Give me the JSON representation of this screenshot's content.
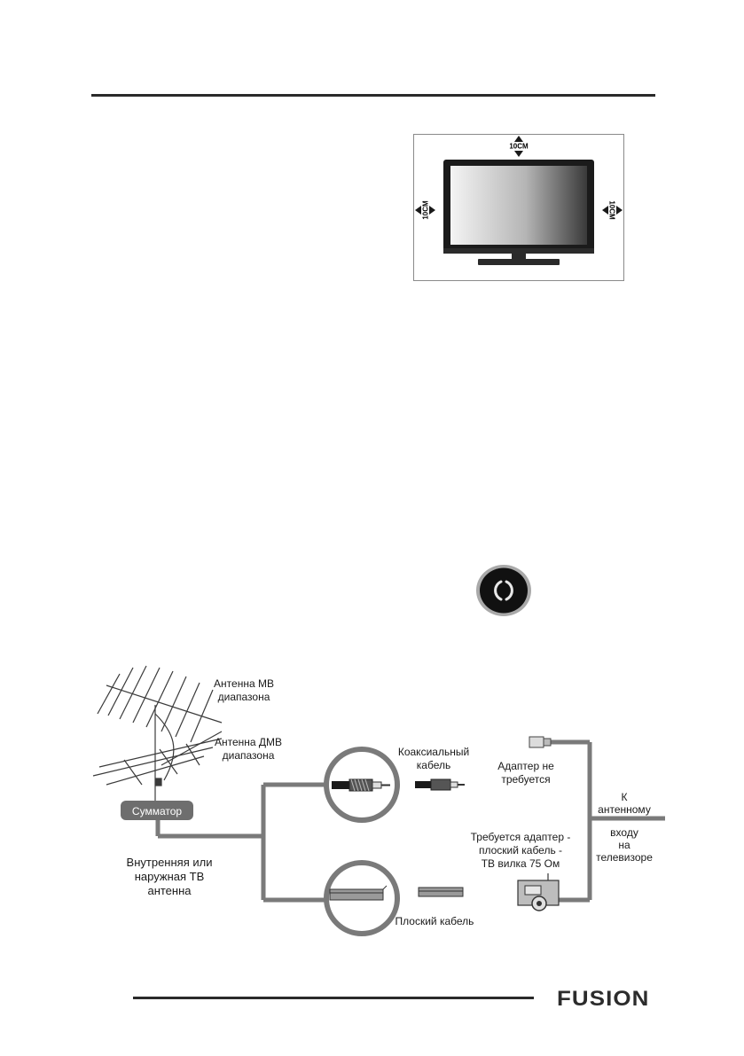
{
  "tv_clearance": {
    "top_label": "10CM",
    "left_label": "10CM",
    "right_label": "10CM"
  },
  "antenna_diagram": {
    "vhf_antenna": [
      "Антенна МВ",
      "диапазона"
    ],
    "uhf_antenna": [
      "Антенна ДМВ",
      "диапазона"
    ],
    "combiner": "Сумматор",
    "antenna_type": [
      "Внутренняя или",
      "наружная ТВ",
      "антенна"
    ],
    "coax_cable": [
      "Коаксиальный",
      "кабель"
    ],
    "no_adapter": [
      "Адаптер не",
      "требуется"
    ],
    "adapter_required": [
      "Требуется адаптер -",
      "плоский кабель -",
      "ТВ вилка 75 Ом"
    ],
    "flat_cable": "Плоский кабель",
    "tv_input": [
      "К",
      "антенному",
      "входу",
      "на",
      "телевизоре"
    ]
  },
  "brand": {
    "logo_text": "FUSION"
  },
  "colors": {
    "line": "#7a7a7a",
    "combiner_fill": "#6e6e6e",
    "rule": "#2a2a2a"
  }
}
